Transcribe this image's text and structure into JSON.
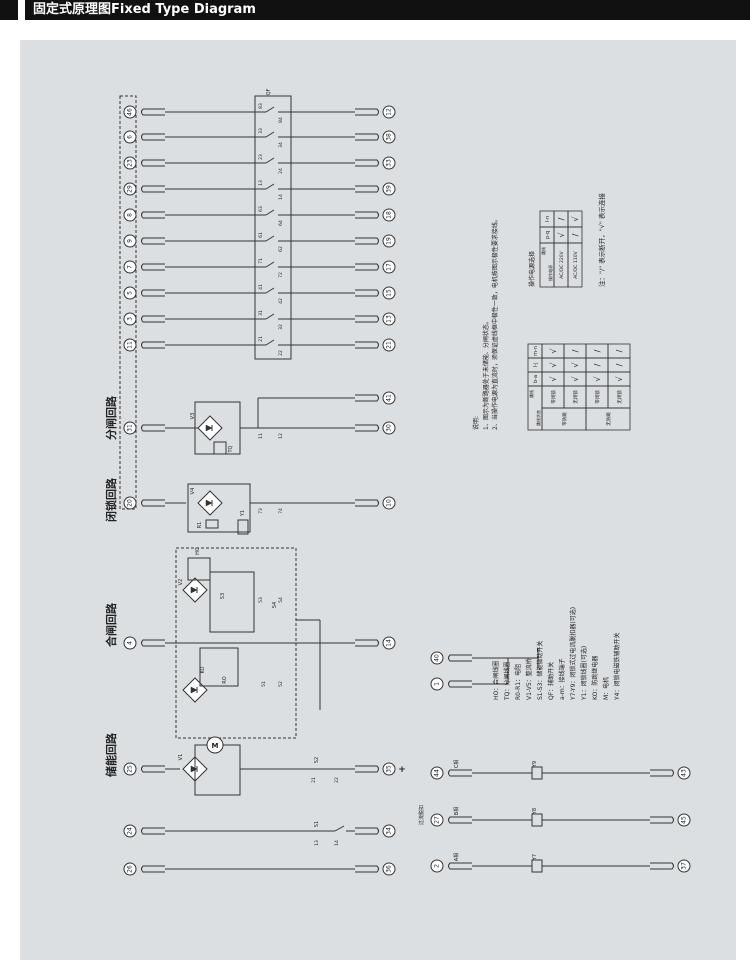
{
  "header": {
    "title": "固定式原理图Fixed Type Diagram"
  },
  "colors": {
    "line": "#333333",
    "panel": "#dcdfe2",
    "header": "#111111"
  },
  "terminals": {
    "left": [
      "46",
      "6",
      "23",
      "29",
      "8",
      "9",
      "7",
      "5",
      "3",
      "11",
      "31",
      "20",
      "4",
      "25",
      "24",
      "26"
    ],
    "right": [
      "12",
      "38",
      "33",
      "39",
      "18",
      "19",
      "17",
      "15",
      "13",
      "21",
      "41",
      "30",
      "10",
      "14",
      "35",
      "34",
      "36"
    ],
    "aux_left": [
      "40",
      "1"
    ],
    "current": [
      {
        "left": "44",
        "right": "43",
        "phase": "C相",
        "trip": "Y9"
      },
      {
        "left": "27",
        "right": "45",
        "phase": "B相",
        "trip": "Y8"
      },
      {
        "left": "2",
        "right": "37",
        "phase": "A相",
        "trip": "Y7"
      }
    ]
  },
  "qf_contacts": [
    {
      "a": "83",
      "b": "84"
    },
    {
      "a": "33",
      "b": "34"
    },
    {
      "a": "23",
      "b": "24"
    },
    {
      "a": "13",
      "b": "14"
    },
    {
      "a": "63",
      "b": "64"
    },
    {
      "a": "61",
      "b": "62"
    },
    {
      "a": "71",
      "b": "72"
    },
    {
      "a": "41",
      "b": "42"
    },
    {
      "a": "31",
      "b": "32"
    },
    {
      "a": "21",
      "b": "22"
    }
  ],
  "circuit_titles": {
    "trip": "分闸回路",
    "lock": "闭锁回路",
    "close": "合闸回路",
    "store": "储能回路"
  },
  "labels": {
    "qf": "QF",
    "v3": "V3",
    "tq": "TQ",
    "v4": "V4",
    "r1": "R1",
    "y1": "Y1",
    "v2": "V2",
    "ho": "HO",
    "s3": "S3",
    "s4": "S4",
    "v1": "V1",
    "motor": "M",
    "s1": "S1",
    "s2": "S2",
    "ko": "KO",
    "ro": "RO",
    "c11": "11",
    "c12": "12",
    "c73": "73",
    "c74": "74",
    "c21": "21",
    "c22": "22",
    "c13": "13",
    "c14": "14",
    "c53": "53",
    "c54": "54",
    "c51": "51",
    "c52": "52",
    "plus": "+",
    "overcurrent": "过流脱扣"
  },
  "notes": {
    "title": "说明:",
    "n1": "1、图示为断路器处于未储能、分闸状态。",
    "n2": "2、当操作电源为直流时，须保证虚线框中极性一致，电机按图示极性要求接线。"
  },
  "legend": [
    "HO：合闸线圈",
    "TQ：分闸线圈",
    "R0-R1：电阻",
    "V1-V5：整流桥",
    "S1-S3：储能微动开关",
    "QF：辅助开关",
    "a-m：接线端子",
    "Y7-Y9：闭锁式过电流脱扣器(可选)",
    "Y1：闭锁线圈(可选)",
    "KO：防跳继电器",
    "M：电机",
    "Y4：闭锁电磁铁辅助开关"
  ],
  "table1": {
    "title": "可选件接线设置",
    "corner_top": "跳线",
    "corner_bottom": "跳线状态",
    "cols": [
      "b-a",
      "l-j",
      "m-n"
    ],
    "groups": [
      {
        "name": "带防跳",
        "rows": [
          {
            "name": "带闭锁",
            "marks": [
              "√",
              "√",
              "√"
            ]
          },
          {
            "name": "无闭锁",
            "marks": [
              "√",
              "√",
              "/"
            ]
          }
        ]
      },
      {
        "name": "无防跳",
        "rows": [
          {
            "name": "带闭锁",
            "marks": [
              "√",
              "/",
              "/"
            ]
          },
          {
            "name": "无闭锁",
            "marks": [
              "√",
              "/",
              "/"
            ]
          }
        ]
      }
    ]
  },
  "table2": {
    "title": "操作电源选择",
    "corner_top": "跳线",
    "corner_bottom": "操作电源",
    "cols": [
      "p-q",
      "l-n"
    ],
    "rows": [
      {
        "name": "AC/DC 220V",
        "marks": [
          "√",
          "/"
        ]
      },
      {
        "name": "AC/DC 110V",
        "marks": [
          "/",
          "√"
        ]
      }
    ]
  },
  "footnote": "注：\"/\" 表示断开，\"√\" 表示连接"
}
